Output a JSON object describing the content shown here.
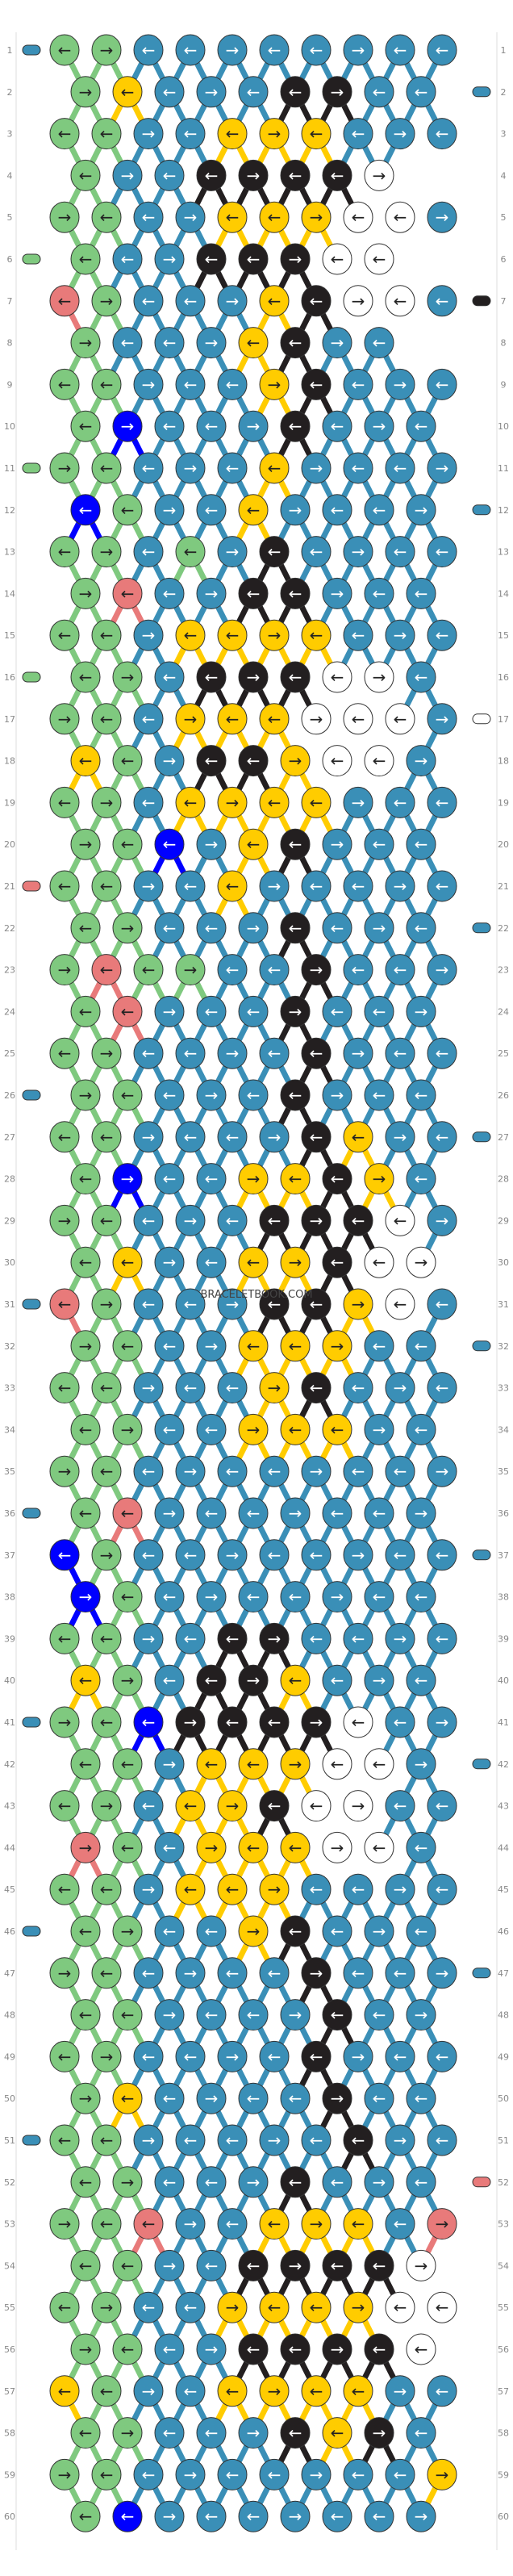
{
  "watermark": "BRACELETBOOK.COM",
  "colors": {
    "A": "#3a8fb7",
    "B": "#231f20",
    "C": "#ffcc00",
    "D": "#ffffff",
    "E": "#7fc97f",
    "F": "#e87a7a",
    "G": "#0000ff"
  },
  "strings_left": [
    "A",
    "E",
    "E",
    "E",
    "F",
    "A",
    "A",
    "A",
    "A",
    "A",
    "A"
  ],
  "strings_right": [
    "A",
    "B",
    "A",
    "D",
    "A",
    "A",
    "A",
    "A",
    "A",
    "A",
    "F"
  ],
  "row_labels": [
    "1",
    "2",
    "3",
    "4",
    "5",
    "6",
    "7",
    "8",
    "9",
    "10",
    "11",
    "12",
    "13",
    "14",
    "15",
    "16",
    "17",
    "18",
    "19",
    "20",
    "21",
    "22",
    "23",
    "24",
    "25",
    "26",
    "27",
    "28",
    "29",
    "30",
    "31",
    "32",
    "33",
    "34",
    "35",
    "36",
    "37",
    "38",
    "39",
    "40",
    "41",
    "42",
    "43",
    "44",
    "45",
    "46",
    "47",
    "48",
    "49",
    "50",
    "51",
    "52",
    "53",
    "54",
    "55",
    "56",
    "57",
    "58",
    "59",
    "60"
  ],
  "rows": [
    "E E A A A A A A A A",
    "E C A A A B B A A",
    "E E A A C C C A A A",
    "E A A B B B B D",
    "E E A A C C C D D A",
    "E A A B B B D D",
    "F E A A A C B D D A",
    "E A A A C B A A",
    "E E A A A C B A A A",
    "E G A A A B A A A",
    "E E A A A C A A A A",
    "G E A A C A A A A",
    "E E A E A B A A A A",
    "E F A A B B A A A",
    "E E A C C C C A A A",
    "E E A B B B D D A",
    "E E A C C C D D D A",
    "C E A B B C D D A",
    "E E A C C C C A A A",
    "E E G A C B A A A",
    "E E A A C A A A A A",
    "E E A A A B A A A",
    "E F E E A A B A A A",
    "E F A A A B A A A",
    "E E A A A A B A A A",
    "E E A A A B A A A",
    "E E A A A A B C A A",
    "E G A A C C B C A",
    "E E A A A B B B D A",
    "E C A A C C B D D",
    "F E A A A B B C D A",
    "E E A A C C C A A",
    "E E A A A C B A A A",
    "E E A A C C C A A",
    "E E A A A A A A A A",
    "E F A A A A A A A",
    "G E A A A A A A A A",
    "G E A A A A A A A",
    "E E A A B B A A A A",
    "C E A B B C A A A",
    "E E G B B B B D A A",
    "E E A C C C D D A",
    "E E A C C B D D A A",
    "F E A C C C D D A",
    "E E A C C C A A A A",
    "E E A A C B A A A",
    "E E A A A A B A A A",
    "E E A A A A B A A",
    "E E A A A A B A A A",
    "E C A A A A B A A",
    "E E A A A A A B A A",
    "E E A A A B A A A",
    "E E F A A C C C A F",
    "E E A A B B B B D",
    "E E A A C C C C D D",
    "E E A A B B B B D",
    "C E A A C C C C A A",
    "E E A A A B C B A",
    "E E A A A A A A A C",
    "E G A A A A A A A"
  ]
}
